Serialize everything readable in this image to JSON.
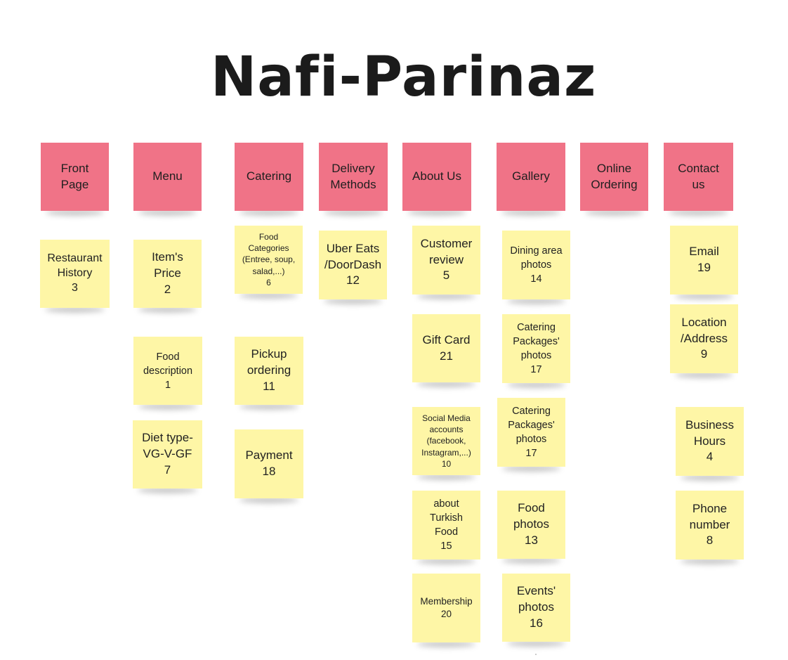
{
  "title": "Nafi-Parinaz",
  "categories": [
    {
      "label": "Front\nPage",
      "color": "#f07387"
    },
    {
      "label": "Menu",
      "color": "#f07387"
    },
    {
      "label": "Catering",
      "color": "#f07387"
    },
    {
      "label": "Delivery\nMethods",
      "color": "#f07387"
    },
    {
      "label": "About Us",
      "color": "#f07387"
    },
    {
      "label": "Gallery",
      "color": "#f07387"
    },
    {
      "label": "Online\nOrdering",
      "color": "#f07387"
    },
    {
      "label": "Contact\nus",
      "color": "#f07387"
    }
  ],
  "items": [
    {
      "label": "Restaurant\nHistory\n3",
      "category": "Front Page"
    },
    {
      "label": "Item's\nPrice\n2",
      "category": "Menu"
    },
    {
      "label": "Food\ndescription\n1",
      "category": "Menu"
    },
    {
      "label": "Diet type-\nVG-V-GF\n7",
      "category": "Menu"
    },
    {
      "label": "Food\nCategories\n(Entree, soup,\nsalad,...)\n6",
      "category": "Catering"
    },
    {
      "label": "Pickup\nordering\n11",
      "category": "Catering"
    },
    {
      "label": "Payment\n18",
      "category": "Catering"
    },
    {
      "label": "Uber Eats\n/DoorDash\n12",
      "category": "Delivery Methods"
    },
    {
      "label": "Customer\nreview\n5",
      "category": "About Us"
    },
    {
      "label": "Gift Card\n21",
      "category": "About Us"
    },
    {
      "label": "Social Media\naccounts\n(facebook,\nInstagram,...)\n10",
      "category": "About Us"
    },
    {
      "label": "about\nTurkish\nFood\n15",
      "category": "About Us"
    },
    {
      "label": "Membership\n20",
      "category": "About Us"
    },
    {
      "label": "Dining area\nphotos\n14",
      "category": "Gallery"
    },
    {
      "label": "Catering\nPackages'\nphotos\n17",
      "category": "Gallery"
    },
    {
      "label": "Catering\nPackages'\nphotos\n17",
      "category": "Gallery"
    },
    {
      "label": "Food\nphotos\n13",
      "category": "Gallery"
    },
    {
      "label": "Events'\nphotos\n16",
      "category": "Gallery"
    },
    {
      "label": "Email\n19",
      "category": "Contact us"
    },
    {
      "label": "Location\n/Address\n9",
      "category": "Contact us"
    },
    {
      "label": "Business\nHours\n4",
      "category": "Contact us"
    },
    {
      "label": "Phone\nnumber\n8",
      "category": "Contact us"
    }
  ],
  "colors": {
    "category_note": "#f07387",
    "item_note": "#fef6a6",
    "background": "#ffffff"
  }
}
